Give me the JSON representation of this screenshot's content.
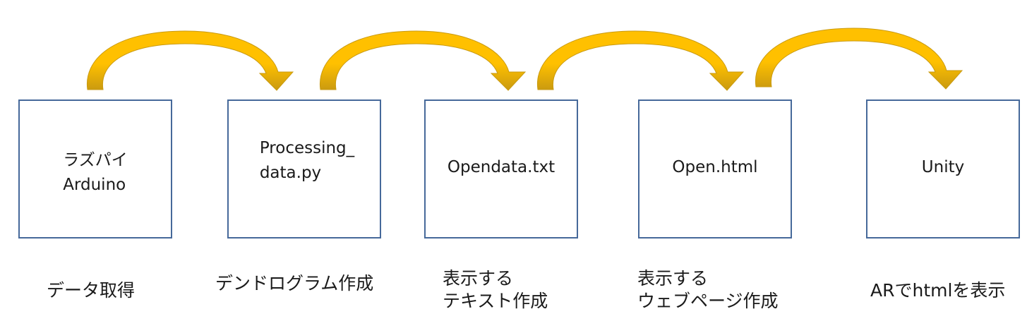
{
  "colors": {
    "box_border": "#46699a",
    "arrow_fill": "#ffc000",
    "arrow_shade": "#c99a10",
    "text": "#1a1a1a"
  },
  "steps": [
    {
      "box_label": "ラズパイ\nArduino",
      "caption": "データ取得"
    },
    {
      "box_label": "Processing_\ndata.py",
      "caption": "デンドログラム作成"
    },
    {
      "box_label": "Opendata.txt",
      "caption": "表示する\nテキスト作成"
    },
    {
      "box_label": "Open.html",
      "caption": "表示する\nウェブページ作成"
    },
    {
      "box_label": "Unity",
      "caption": "ARでhtmlを表示"
    }
  ],
  "arrows": [
    {
      "from": 1,
      "to": 2,
      "icon": "curved-arrow-icon"
    },
    {
      "from": 2,
      "to": 3,
      "icon": "curved-arrow-icon"
    },
    {
      "from": 3,
      "to": 4,
      "icon": "curved-arrow-icon"
    },
    {
      "from": 4,
      "to": 5,
      "icon": "curved-arrow-icon"
    }
  ]
}
